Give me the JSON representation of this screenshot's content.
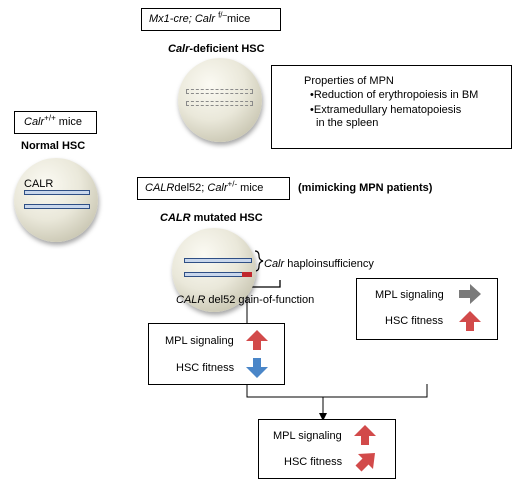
{
  "normal": {
    "genotype_prefix": "Calr",
    "genotype_sup": "+/+",
    "genotype_suffix": " mice",
    "title": "Normal HSC",
    "protein_label": "CALR"
  },
  "deficient": {
    "genotype_prefix": "Mx1-cre; Calr",
    "genotype_sup": "f/–",
    "genotype_suffix": "mice",
    "title_italic": "Calr",
    "title_rest": "-deficient HSC"
  },
  "mpn_properties": {
    "heading": "Properties of MPN",
    "items": [
      "•Reduction of erythropoiesis in BM",
      "•Extramedullary hematopoiesis",
      "in the spleen"
    ]
  },
  "mutated": {
    "genotype_prefix": "CALR",
    "genotype_mid": "del52; ",
    "genotype_italic2": "Calr",
    "genotype_sup": "+/-",
    "genotype_suffix": " mice",
    "note": "(mimicking MPN patients)",
    "title_italic": "CALR",
    "title_rest": " mutated HSC",
    "haplo_italic": "Calr",
    "haplo_rest": " haploinsufficiency",
    "gof_italic": "CALR",
    "gof_rest": " del52 gain-of-function"
  },
  "box_left": {
    "row1_label": "MPL signaling",
    "row1_icon": "arrow-up-icon",
    "row2_label": "HSC fitness",
    "row2_icon": "arrow-down-icon"
  },
  "box_right": {
    "row1_label": "MPL signaling",
    "row1_icon": "arrow-right-icon",
    "row2_label": "HSC fitness",
    "row2_icon": "arrow-up-icon"
  },
  "box_bottom": {
    "row1_label": "MPL signaling",
    "row1_icon": "arrow-up-icon",
    "row2_label": "HSC fitness",
    "row2_icon": "arrow-up-right-icon"
  },
  "colors": {
    "arrow_red": "#d24a4a",
    "arrow_blue": "#4a86c8",
    "arrow_gray": "#7a7a7a",
    "bar_fill": "#c9d7ec",
    "bar_border": "#2f4f85",
    "mutation_red": "#c0272d"
  }
}
